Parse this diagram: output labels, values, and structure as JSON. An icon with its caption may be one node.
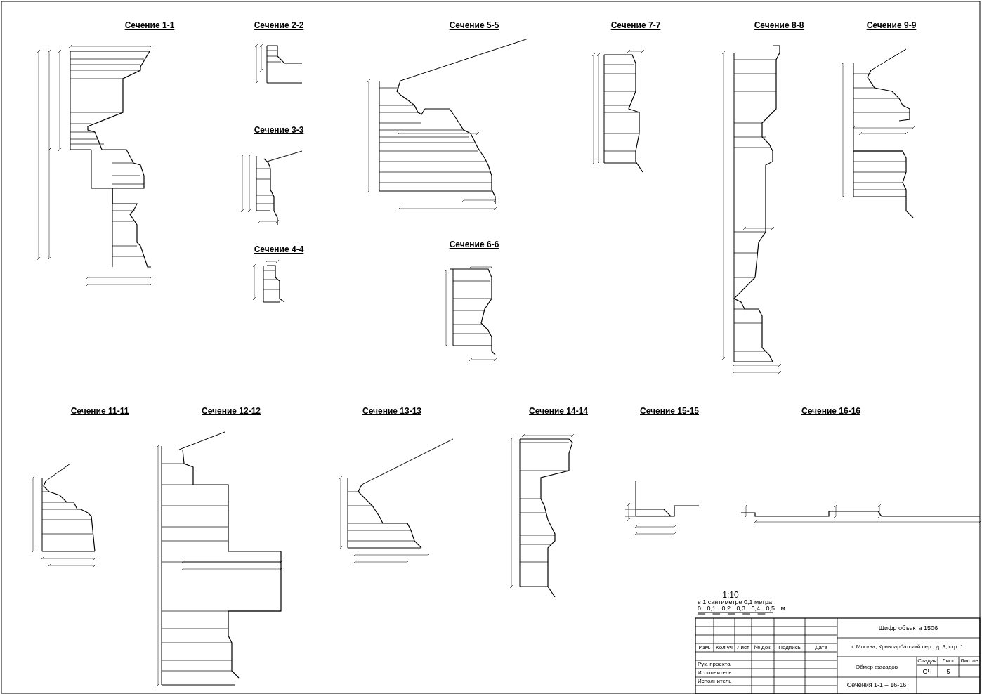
{
  "diagram": {
    "labels": [
      "Сечение 1-1",
      "Сечение 2-2",
      "Сечение 5-5",
      "Сечение 7-7",
      "Сечение 8-8",
      "Сечение 9-9",
      "Сечение 3-3",
      "Сечение 6-6",
      "Сечение 4-4",
      "Сечение 11-11",
      "Сечение 12-12",
      "Сечение 13-13",
      "Сечение 14-14",
      "Сечение 15-15",
      "Сечение 16-16",
      "1:10",
      "в 1 сантиметре 0,1 метра",
      "0 0,1 0,2 0,3 0,4 0,5 м",
      "Шифр объекта 1506",
      "г. Москва, Кривоарбатский пер., д. 3, стр. 1.",
      "Изм.",
      "Кол.уч",
      "Лист",
      "№ док.",
      "Подпись",
      "Дата",
      "Обмер фасадов",
      "Стадия",
      "Лист",
      "Листов",
      "ОЧ",
      "5",
      "Рук. проекта",
      "Исполнитель",
      "Исполнитель",
      "Сечения 1-1 – 16-16"
    ]
  }
}
